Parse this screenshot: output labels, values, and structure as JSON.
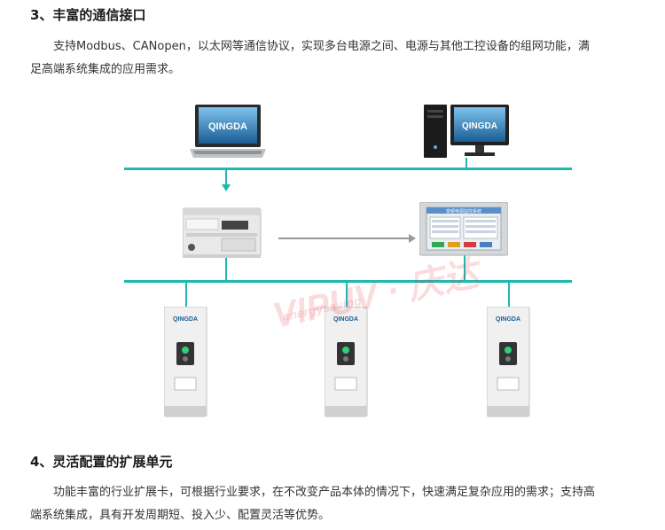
{
  "section3": {
    "heading": "3、丰富的通信接口",
    "line1": "支持Modbus、CANopen，以太网等通信协议，实现多台电源之间、电源与其他工控设备的组网功能，满",
    "line2": "足高端系统集成的应用需求。"
  },
  "diagram": {
    "screen_logo": "QINGDA",
    "hmi_title": "变频电源监控系统",
    "watermark_text": "VIPUV · 庆达",
    "watermark_sub": "energysaving",
    "inverter_logo": "QINGDA",
    "colors": {
      "bus": "#1fb8b0",
      "arrow": "#999999",
      "watermark": "#e63c46"
    }
  },
  "section4": {
    "heading": "4、灵活配置的扩展单元",
    "line1": "功能丰富的行业扩展卡，可根据行业要求，在不改变产品本体的情况下，快速满足复杂应用的需求；支持高",
    "line2": "端系统集成，具有开发周期短、投入少、配置灵活等优势。"
  }
}
